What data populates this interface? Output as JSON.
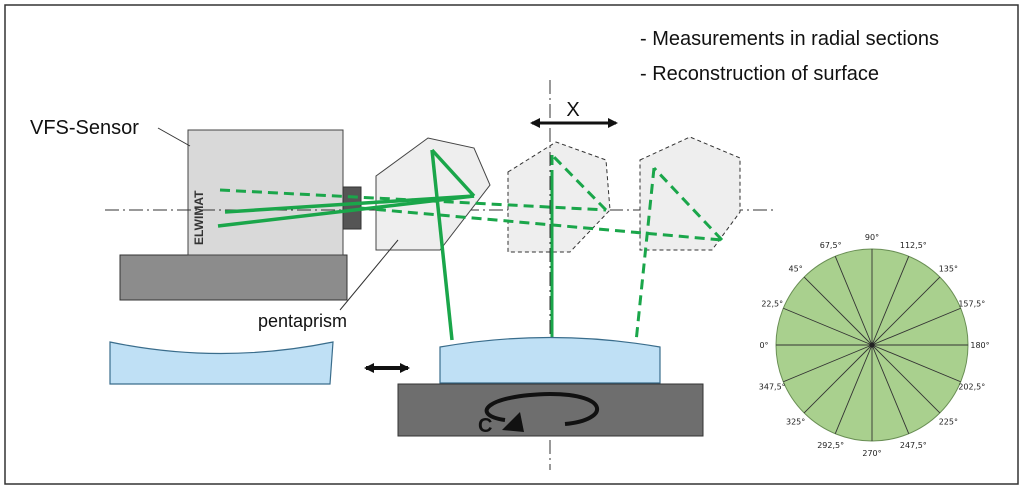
{
  "notes": [
    "-  Measurements in radial sections",
    "-  Reconstruction of surface"
  ],
  "labels": {
    "sensor": "VFS-Sensor",
    "brand": "ELWIMAT",
    "pentaprism": "pentaprism",
    "axis_x": "X",
    "rotation": "C"
  },
  "polar_angles": [
    "0°",
    "22,5°",
    "45°",
    "67,5°",
    "90°",
    "112,5°",
    "135°",
    "157,5°",
    "180°",
    "202,5°",
    "225°",
    "247,5°",
    "270°",
    "292,5°",
    "325°",
    "347,5°"
  ],
  "colors": {
    "beam": "#1aa64a",
    "prism_fill": "#eeeeee",
    "sensor_fill": "#d9d9d9",
    "base_fill": "#8c8c8c",
    "stage_fill": "#6e6e6e",
    "lens_fill": "#bfe0f5",
    "disc_fill": "#a9d08e",
    "frame": "#333333"
  },
  "icons": {
    "double_arrow_horizontal": "double-arrow-icon",
    "rotation_arrow": "rotation-arrow-icon"
  }
}
